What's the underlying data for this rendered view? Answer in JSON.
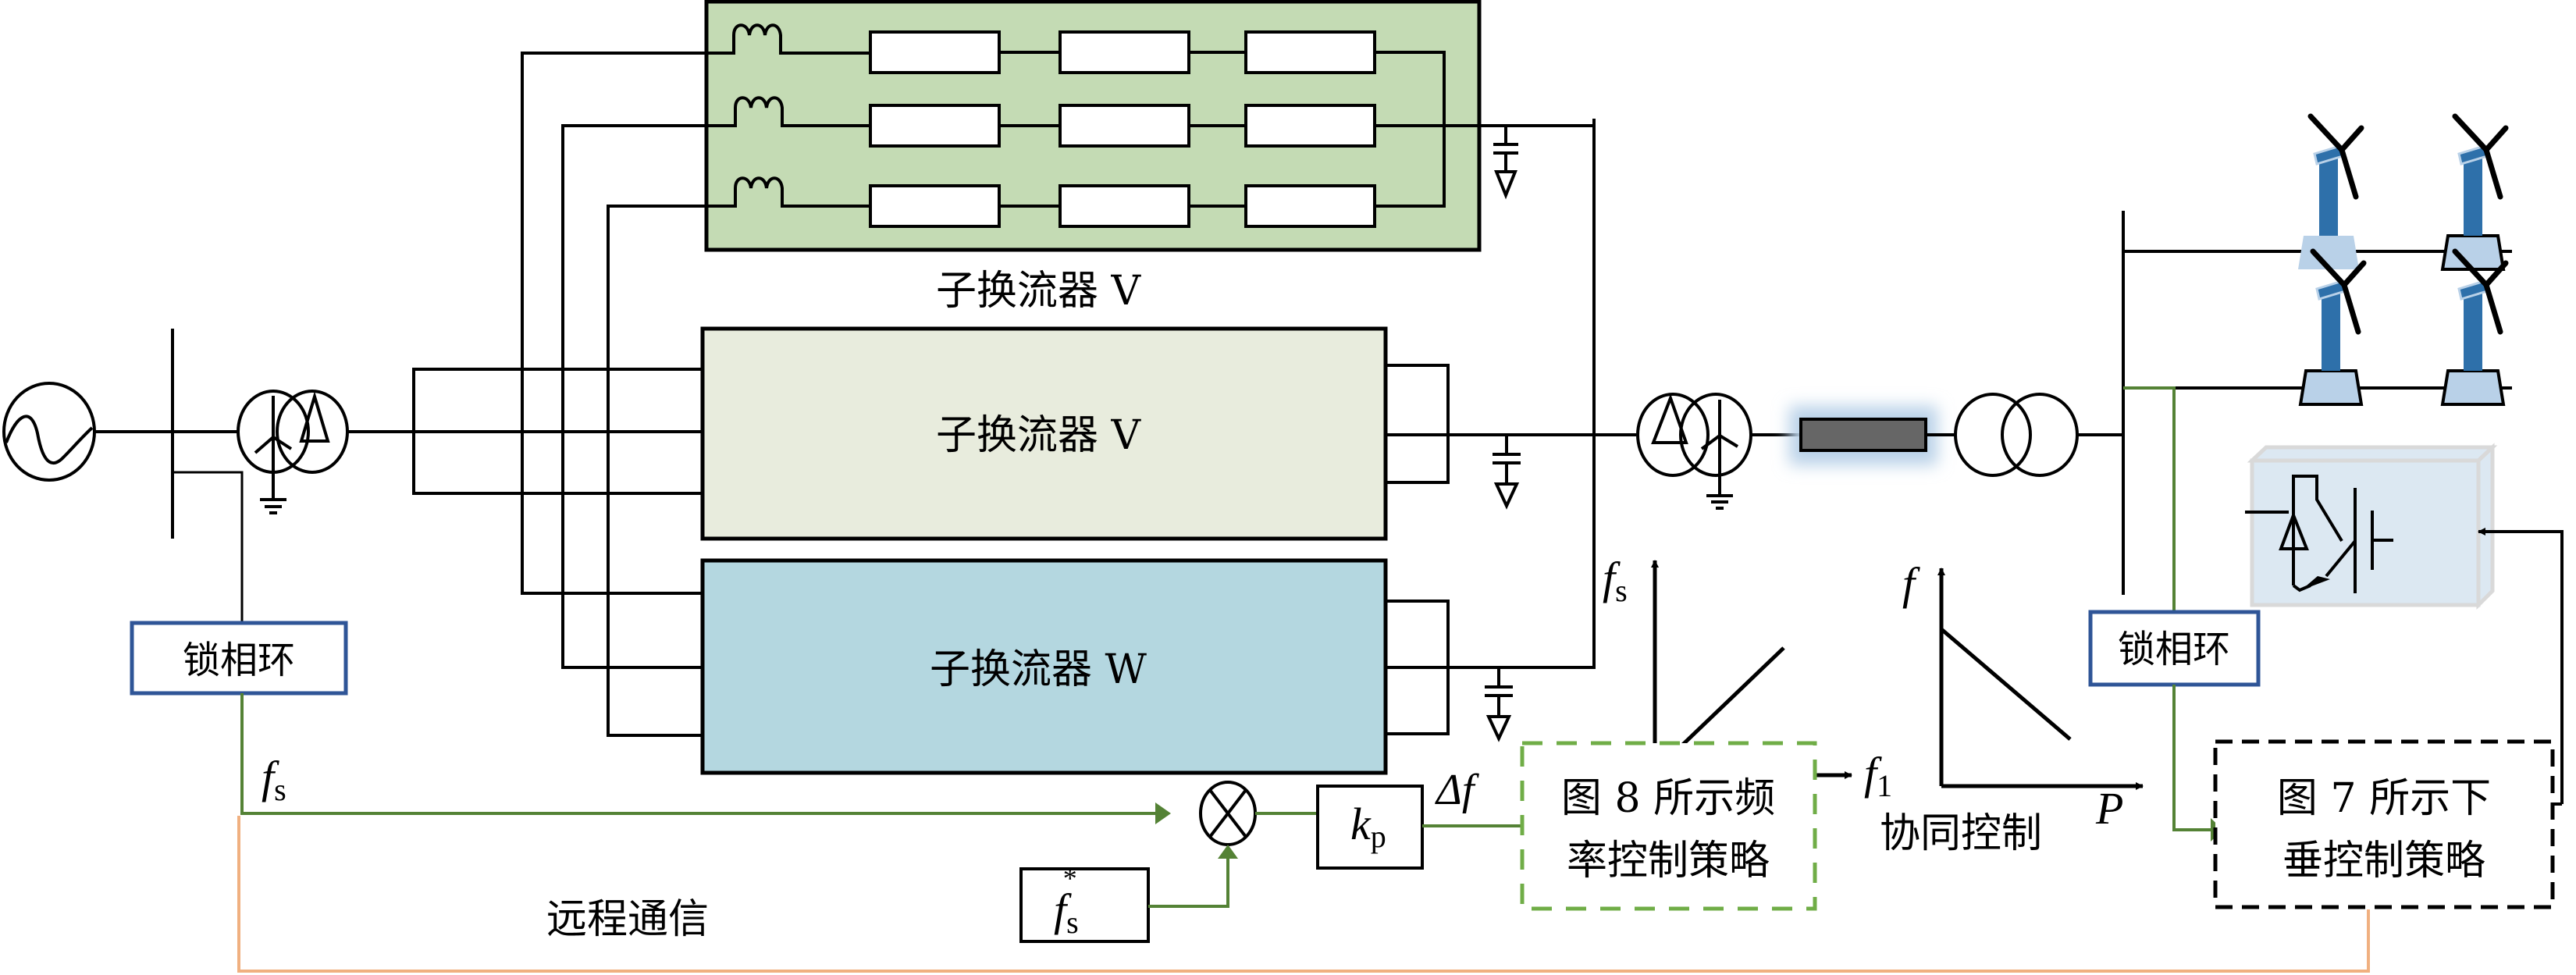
{
  "diagram": {
    "title": "",
    "colors": {
      "line": "#000000",
      "converter_top_fill": "#c4dbb4",
      "converter_v_fill": "#e8ecdd",
      "converter_w_fill": "#b4d7e0",
      "pll_border": "#2f5597",
      "signal_green": "#548235",
      "dashed_green": "#70ad47",
      "remote_comm_orange": "#f0b080",
      "turbine_tower": "#2e70aa",
      "turbine_base": "#b9d1e8",
      "converter_box_fill": "#dce8f2",
      "cable_fill": "#666666",
      "cable_glow": "#b9d1e8"
    },
    "converters": {
      "top_caption": "子换流器 V",
      "v_label": "子换流器 V",
      "w_label": "子换流器 W"
    },
    "pll_left": {
      "label": "锁相环"
    },
    "pll_right": {
      "label": "锁相环"
    },
    "signals": {
      "fs_main": "f",
      "fs_main_sub": "s",
      "fs_ref": "f",
      "fs_ref_sub": "s",
      "fs_ref_sup": "*",
      "kp": "k",
      "kp_sub": "p",
      "delta_f": "Δf",
      "remote_comm": "远程通信",
      "coordinated_control": "协同控制"
    },
    "strategy_boxes": {
      "freq_control": [
        "图 8 所示频",
        "率控制策略"
      ],
      "droop_control": [
        "图  7 所示下",
        "垂控制策略"
      ]
    },
    "mini_charts": {
      "fs_vs_f1": {
        "y_label": "f",
        "y_sub": "s",
        "x_label": "f",
        "x_sub": "1",
        "trend": "increasing"
      },
      "f_vs_p": {
        "y_label": "f",
        "x_label": "P",
        "trend": "decreasing"
      }
    },
    "components": {
      "ac_source": "ac-source-icon",
      "transformer_grid": "transformer-icon",
      "transformer_mid": "transformer-icon",
      "transformer_wind": "transformer-icon",
      "cable": "cable-icon",
      "wind_turbines": 4,
      "wind_converter": "igbt-converter-icon"
    }
  }
}
